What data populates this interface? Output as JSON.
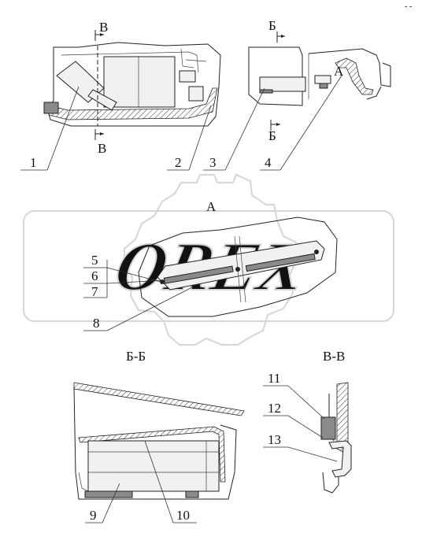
{
  "corner_mark": "- -",
  "section_labels": {
    "v_top": "В",
    "v_bottom": "В",
    "b_top": "Б",
    "b_bottom": "Б",
    "detail_a": "А",
    "detail_a_title": "А",
    "section_bb": "Б-Б",
    "section_vv": "В-В"
  },
  "callouts": [
    "1",
    "2",
    "3",
    "4",
    "5",
    "6",
    "7",
    "8",
    "9",
    "10",
    "11",
    "12",
    "13"
  ],
  "watermark": "OREX"
}
